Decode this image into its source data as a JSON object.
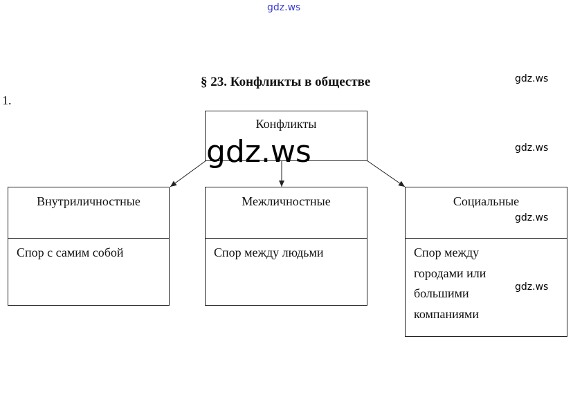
{
  "watermark": "gdz.ws",
  "title": "§ 23. Конфликты в обществе",
  "item_number": "1.",
  "diagram": {
    "root": "Конфликты",
    "children": [
      {
        "title": "Внутриличностные",
        "description": "Спор с самим собой"
      },
      {
        "title": "Межличностные",
        "description": "Спор между людьми"
      },
      {
        "title": "Социальные",
        "description": "Спор между городами или большими компаниями"
      }
    ]
  }
}
